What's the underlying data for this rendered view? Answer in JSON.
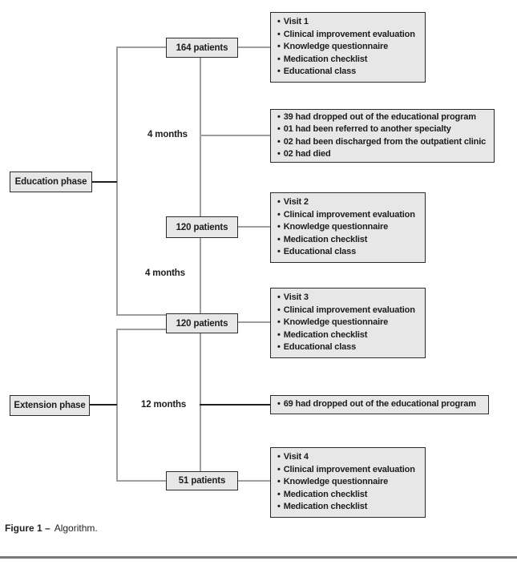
{
  "colors": {
    "box_fill": "#e7e7e7",
    "box_border": "#2a2a2a",
    "connector_gray": "#9e9e9e",
    "connector_black": "#1f1f1f",
    "text": "#1c1c1c"
  },
  "phase_boxes": [
    {
      "label": "Education phase"
    },
    {
      "label": "Extension phase"
    }
  ],
  "patient_boxes": [
    {
      "label": "164 patients"
    },
    {
      "label": "120 patients"
    },
    {
      "label": "120 patients"
    },
    {
      "label": "51 patients"
    }
  ],
  "interval_labels": [
    {
      "label": "4 months"
    },
    {
      "label": "4 months"
    },
    {
      "label": "12 months"
    }
  ],
  "detail_boxes": [
    {
      "items": [
        "Visit 1",
        "Clinical improvement evaluation",
        "Knowledge questionnaire",
        "Medication checklist",
        "Educational class"
      ]
    },
    {
      "items": [
        "39 had dropped out of the educational program",
        "01 had been referred to another specialty",
        "02 had been discharged from the outpatient clinic",
        "02 had died"
      ]
    },
    {
      "items": [
        "Visit 2",
        "Clinical improvement evaluation",
        "Knowledge questionnaire",
        "Medication checklist",
        "Educational class"
      ]
    },
    {
      "items": [
        "Visit 3",
        "Clinical improvement evaluation",
        "Knowledge questionnaire",
        "Medication checklist",
        "Educational class"
      ]
    },
    {
      "items": [
        "69 had dropped out of the educational program"
      ]
    },
    {
      "items": [
        "Visit 4",
        "Clinical improvement evaluation",
        "Knowledge questionnaire",
        "Medication checklist",
        "Medication checklist"
      ]
    }
  ],
  "caption": {
    "bold": "Figure 1 –",
    "text": "Algorithm."
  }
}
